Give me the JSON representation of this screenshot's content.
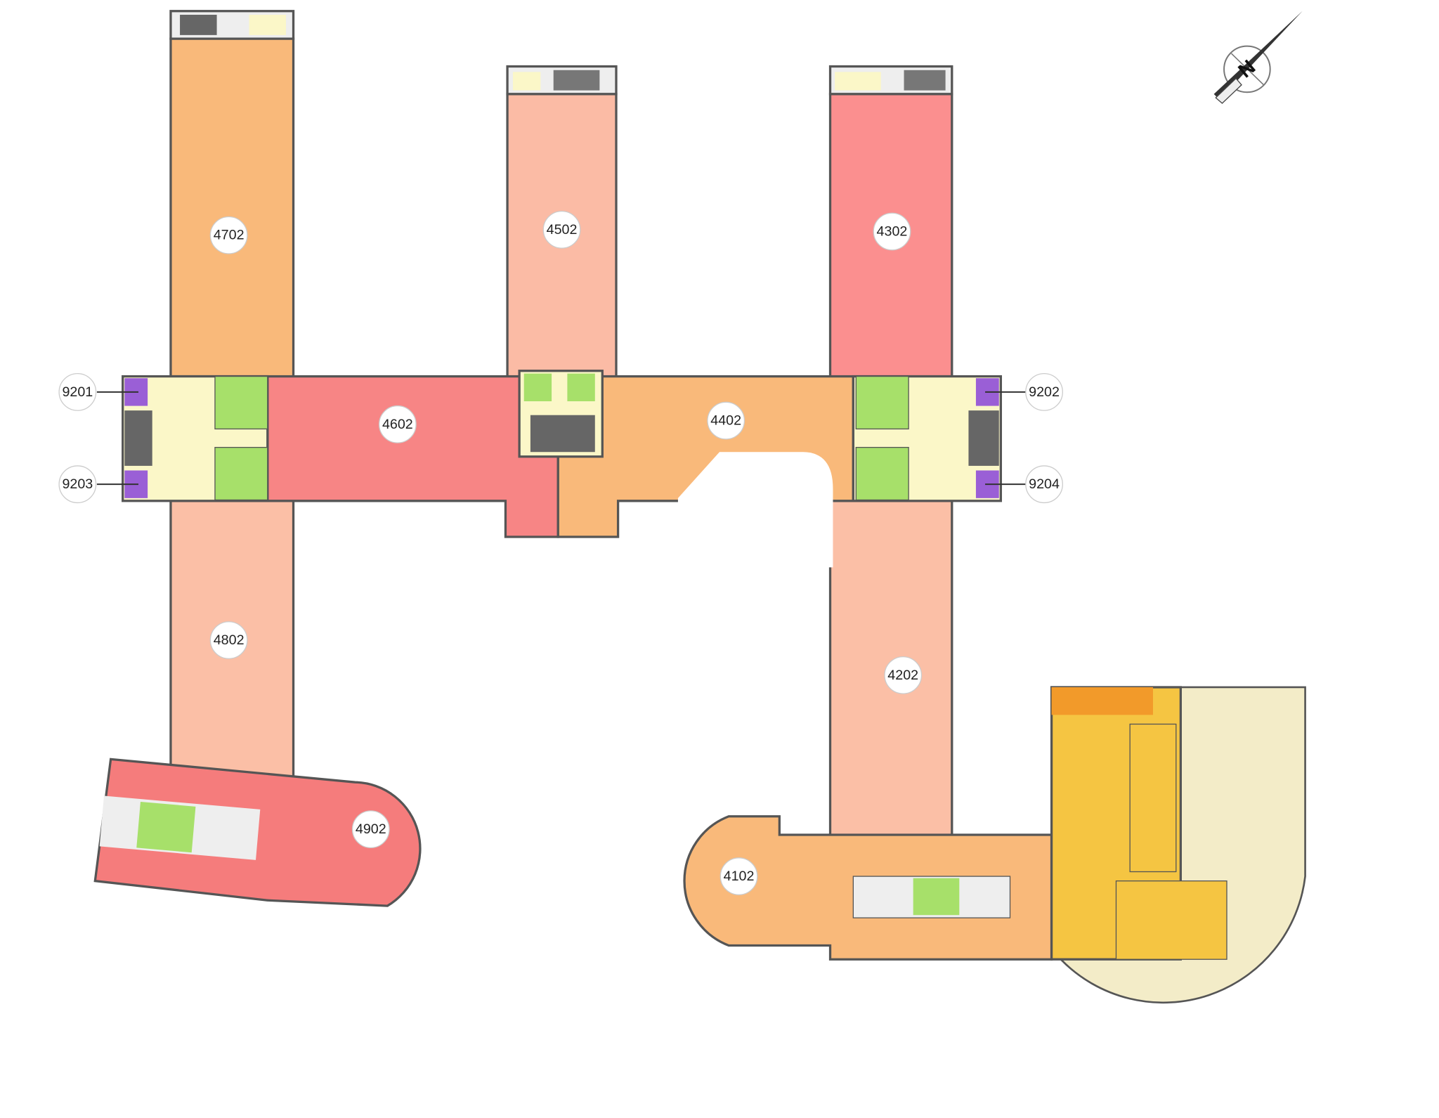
{
  "title": "Floor plan",
  "colors": {
    "orange": "#f9b97a",
    "light_salmon": "#fbbfa6",
    "red": "#f78585",
    "dark_red": "#fb8f8f",
    "green": "#a7e06a",
    "purple": "#9a5fd6",
    "cream": "#fbf7c8",
    "yellow": "#f5c542",
    "beige": "#f3ecc8"
  },
  "rooms": {
    "r4702": "4702",
    "r4502": "4502",
    "r4302": "4302",
    "r4602": "4602",
    "r4402": "4402",
    "r4802": "4802",
    "r4202": "4202",
    "r4902": "4902",
    "r4102": "4102"
  },
  "stairs": {
    "s9201": "9201",
    "s9202": "9202",
    "s9203": "9203",
    "s9204": "9204"
  },
  "compass": {
    "icon": "north-arrow-icon",
    "letter": "N"
  }
}
